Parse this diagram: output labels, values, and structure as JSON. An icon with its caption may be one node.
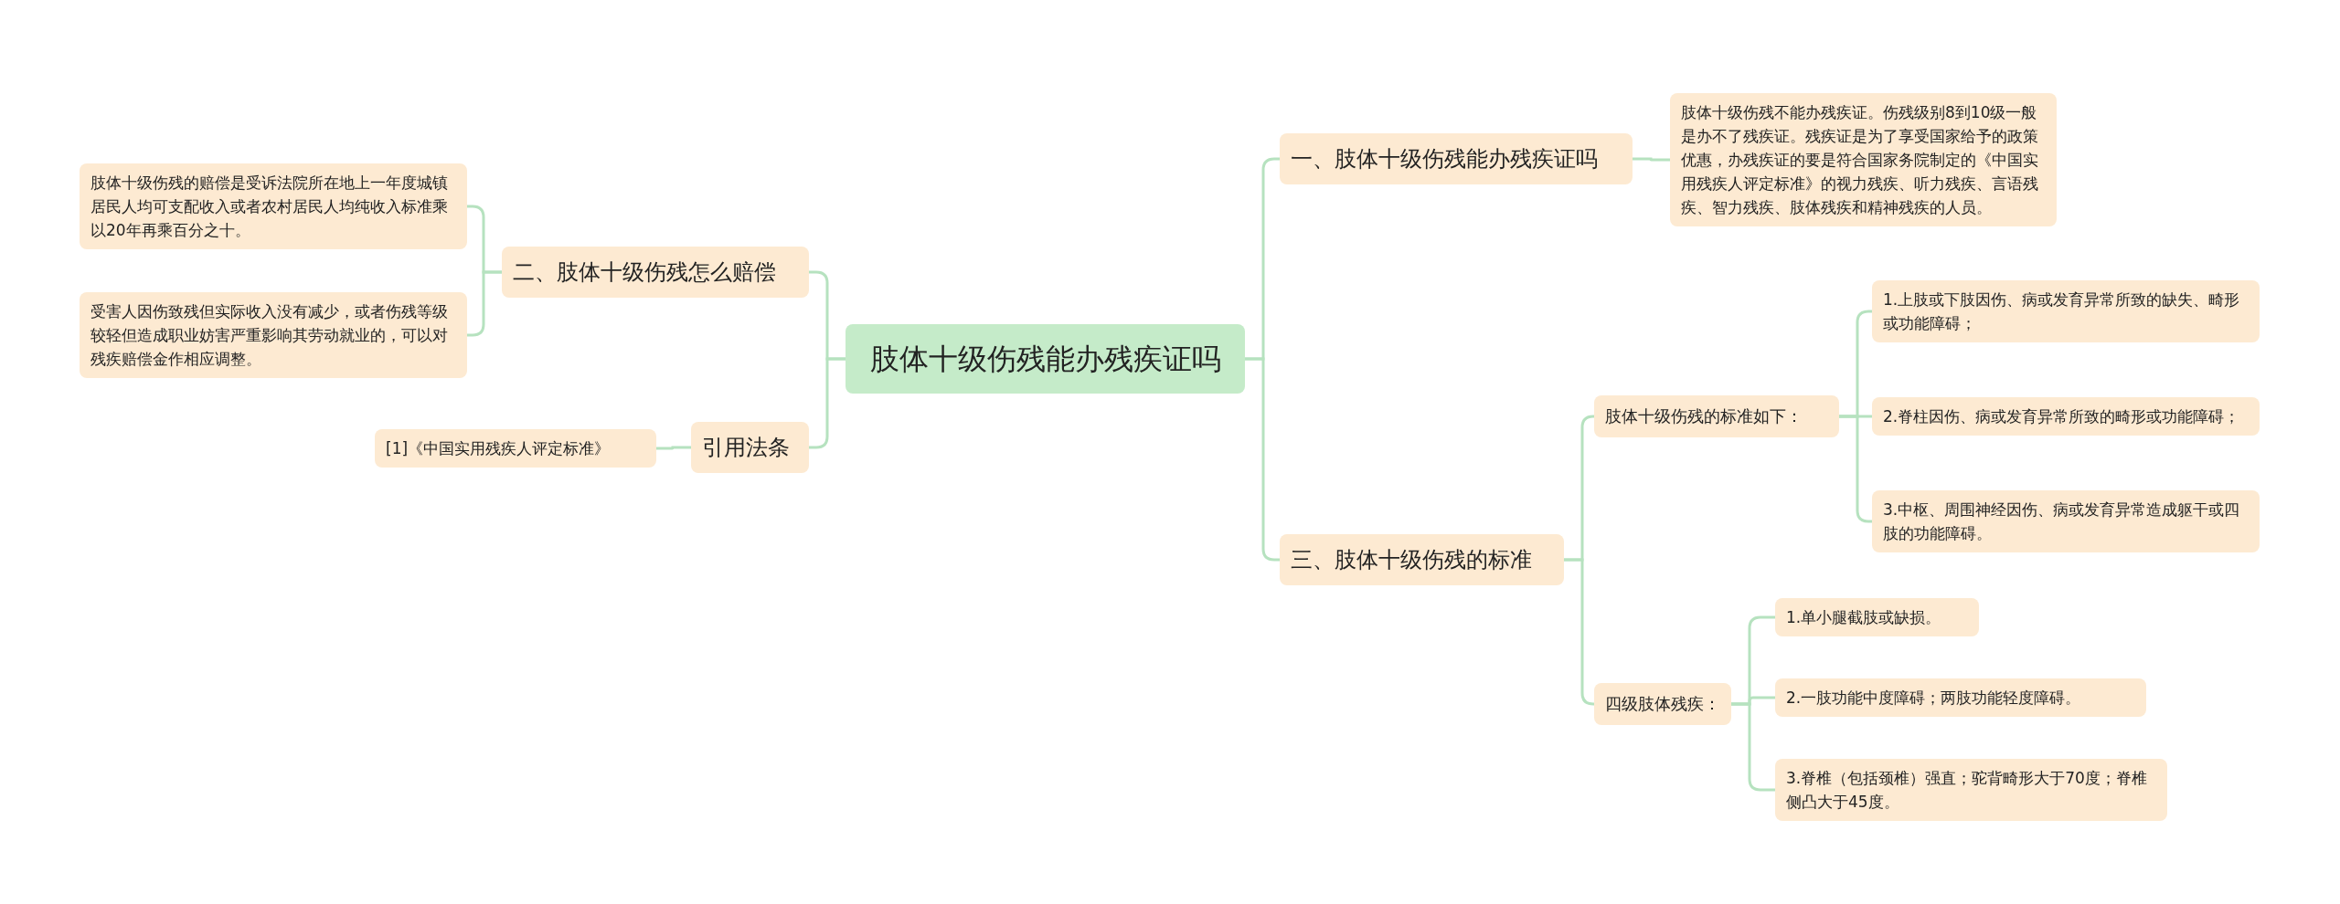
{
  "diagram": {
    "nodes": [
      {
        "text": [
          "肢体十级伤残能办残疾证吗"
        ]
      },
      {
        "text": [
          "一、肢体十级伤残能办残疾证吗"
        ]
      },
      {
        "text": [
          "肢体十级伤残不能办残疾证。伤残级别8到10级一般是办不了残疾证。残疾证是为了享受国家给予的政策优惠，办残疾证的要是符合国家务院制定的《中国实用残疾人评定标准》的视力残疾、听力残疾、言语残疾、智力残疾、肢体残疾和精神残疾的人员。"
        ]
      },
      {
        "text": [
          "二、肢体十级伤残怎么赔偿"
        ]
      },
      {
        "text": [
          "肢体十级伤残的赔偿是受诉法院所在地上一年度城镇居民人均可支配收入或者农村居民人均纯收入标准乘以20年再乘百分之十。"
        ]
      },
      {
        "text": [
          "受害人因伤致残但实际收入没有减少，或者伤残等级较轻但造成职业妨害严重影响其劳动就业的，可以对残疾赔偿金作相应调整。"
        ]
      },
      {
        "text": [
          "引用法条"
        ]
      },
      {
        "text": [
          "[1]《中国实用残疾人评定标准》"
        ]
      },
      {
        "text": [
          "三、肢体十级伤残的标准"
        ]
      },
      {
        "text": [
          "肢体十级伤残的标准如下："
        ]
      },
      {
        "text": [
          "1.上肢或下肢因伤、病或发育异常所致的缺失、畸形或功能障碍；"
        ]
      },
      {
        "text": [
          "2.脊柱因伤、病或发育异常所致的畸形或功能障碍；"
        ]
      },
      {
        "text": [
          "3.中枢、周围神经因伤、病或发育异常造成躯干或四肢的功能障碍。"
        ]
      },
      {
        "text": [
          "四级肢体残疾："
        ]
      },
      {
        "text": [
          "1.单小腿截肢或缺损。"
        ]
      },
      {
        "text": [
          "2.一肢功能中度障碍；两肢功能轻度障碍。"
        ]
      },
      {
        "text": [
          "3.脊椎（包括颈椎）强直；驼背畸形大于70度；脊椎侧凸大于45度。"
        ]
      }
    ],
    "edges": [
      {
        "from": 0,
        "to": 1,
        "arrow": "none"
      },
      {
        "from": 1,
        "to": 2,
        "arrow": "none"
      },
      {
        "from": 0,
        "to": 3,
        "arrow": "none"
      },
      {
        "from": 3,
        "to": 4,
        "arrow": "none"
      },
      {
        "from": 3,
        "to": 5,
        "arrow": "none"
      },
      {
        "from": 0,
        "to": 6,
        "arrow": "none"
      },
      {
        "from": 6,
        "to": 7,
        "arrow": "none"
      },
      {
        "from": 0,
        "to": 8,
        "arrow": "none"
      },
      {
        "from": 8,
        "to": 9,
        "arrow": "none"
      },
      {
        "from": 9,
        "to": 10,
        "arrow": "none"
      },
      {
        "from": 9,
        "to": 11,
        "arrow": "none"
      },
      {
        "from": 9,
        "to": 12,
        "arrow": "none"
      },
      {
        "from": 8,
        "to": 13,
        "arrow": "none"
      },
      {
        "from": 13,
        "to": 14,
        "arrow": "none"
      },
      {
        "from": 13,
        "to": 15,
        "arrow": "none"
      },
      {
        "from": 13,
        "to": 16,
        "arrow": "none"
      }
    ]
  }
}
